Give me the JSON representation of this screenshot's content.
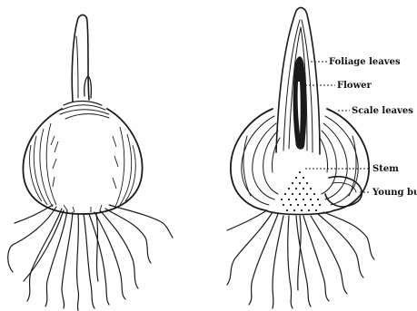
{
  "labels": {
    "foliage_leaves": "Foliage leaves",
    "flower": "Flower",
    "scale_leaves": "Scale leaves",
    "stem": "Stem",
    "young_bulb": "Young bulb"
  },
  "ink_color": "#1a1a1a",
  "background_color": "#ffffff"
}
